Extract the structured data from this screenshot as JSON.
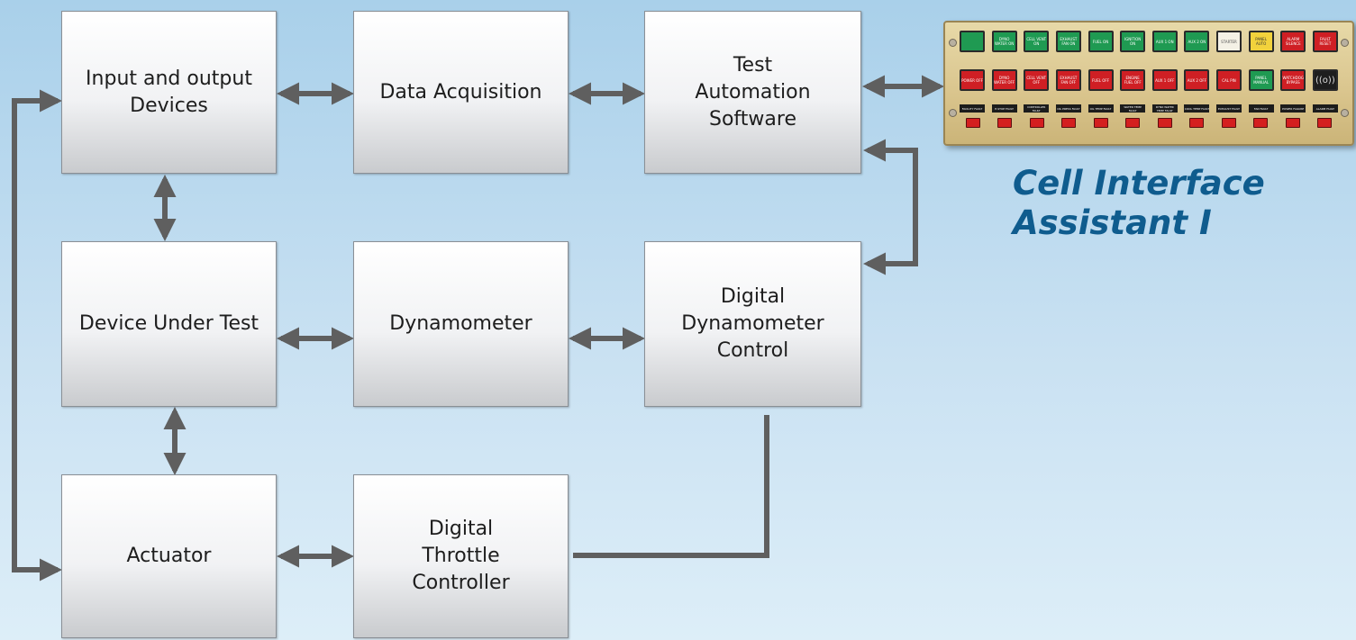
{
  "diagram": {
    "boxes": {
      "input_output": "Input and output\nDevices",
      "data_acquisition": "Data Acquisition",
      "test_automation": "Test\nAutomation\nSoftware",
      "device_under_test": "Device Under Test",
      "dynamometer": "Dynamometer",
      "digital_dyno_control": "Digital\nDynamometer\nControl",
      "actuator": "Actuator",
      "digital_throttle": "Digital\nThrottle\nController"
    },
    "connector_color": "#5f5f5f"
  },
  "panel": {
    "title": "Cell Interface\nAssistant I",
    "title_color": "#0f5c8e",
    "row1": [
      {
        "label": "",
        "color": "green"
      },
      {
        "label": "DYNO WATER ON",
        "color": "green"
      },
      {
        "label": "CELL VENT ON",
        "color": "green"
      },
      {
        "label": "EXHAUST FAN ON",
        "color": "green"
      },
      {
        "label": "FUEL ON",
        "color": "green"
      },
      {
        "label": "IGNITION ON",
        "color": "green"
      },
      {
        "label": "AUX 1 ON",
        "color": "green"
      },
      {
        "label": "AUX 2 ON",
        "color": "green"
      },
      {
        "label": "STARTER",
        "color": "white"
      },
      {
        "label": "PANEL AUTO",
        "color": "yellow"
      },
      {
        "label": "ALARM SILENCE",
        "color": "red"
      },
      {
        "label": "FAULT RESET",
        "color": "red"
      }
    ],
    "row2": [
      {
        "label": "POWER OFF",
        "color": "red"
      },
      {
        "label": "DYNO WATER OFF",
        "color": "red"
      },
      {
        "label": "CELL VENT OFF",
        "color": "red"
      },
      {
        "label": "EXHAUST FAN OFF",
        "color": "red"
      },
      {
        "label": "FUEL OFF",
        "color": "red"
      },
      {
        "label": "ENGINE FUEL OFF",
        "color": "red"
      },
      {
        "label": "AUX 1 OFF",
        "color": "red"
      },
      {
        "label": "AUX 2 OFF",
        "color": "red"
      },
      {
        "label": "CAL PIN",
        "color": "red"
      },
      {
        "label": "PANEL MANUAL",
        "color": "green"
      },
      {
        "label": "WATCHDOG BYPASS",
        "color": "red"
      },
      {
        "label": "((o))",
        "color": "dark"
      }
    ],
    "row3": [
      "FACILITY FAULT",
      "E-STOP FAULT",
      "CONTROLLER FAULT",
      "OIL PRESS FAULT",
      "OIL TEMP FAULT",
      "WATER TEMP FAULT",
      "DYNO WATER TEMP FAULT",
      "COOL TEMP FAULT",
      "EXHAUST FAULT",
      "FAN FAULT",
      "POWER FAILURE",
      "ALARM FAULT"
    ]
  }
}
